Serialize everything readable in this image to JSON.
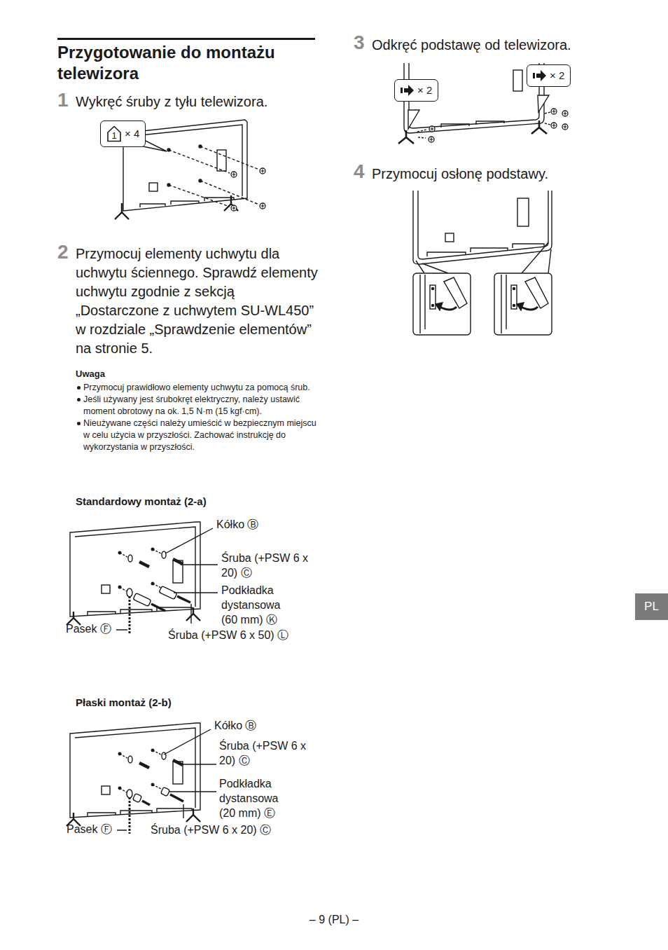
{
  "diagram": {
    "title": "Przygotowanie do montażu telewizora",
    "nodes": [
      {
        "text": [
          "1",
          "× 4"
        ]
      },
      {
        "text": [
          "× 2"
        ]
      },
      {
        "text": [
          "× 2"
        ]
      },
      {
        "text": [
          "PL"
        ]
      }
    ],
    "labels": [
      "1",
      "Wykręć śruby z tyłu telewizora.",
      "2",
      "Przymocuj elementy uchwytu dla uchwytu ściennego. Sprawdź elementy uchwytu zgodnie z sekcją „Dostarczone z uchwytem SU-WL450” w rozdziale „Sprawdzenie elementów” na stronie 5.",
      "Uwaga",
      "Przymocuj prawidłowo elementy uchwytu za pomocą śrub.",
      "Jeśli używany jest śrubokręt elektryczny, należy ustawić moment obrotowy na ok. 1,5 N·m (15 kgf·cm).",
      "Nieużywane części należy umieścić w bezpiecznym miejscu w celu użycia w przyszłości. Zachować instrukcję do wykorzystania w przyszłości.",
      "Standardowy montaż (2-a)",
      "Kółko Ⓑ",
      "Śruba (+PSW 6 x 20) Ⓒ",
      "Podkładka dystansowa (60 mm) Ⓚ",
      "Pasek Ⓕ",
      "Śruba (+PSW 6 x 50) Ⓛ",
      "Płaski montaż (2-b)",
      "Kółko Ⓑ",
      "Śruba (+PSW 6 x 20) Ⓒ",
      "Podkładka dystansowa (20 mm) Ⓔ",
      "Pasek Ⓕ",
      "Śruba (+PSW 6 x 20) Ⓒ",
      "3",
      "Odkręć podstawę od telewizora.",
      "4",
      "Przymocuj osłonę podstawy.",
      "– 9 (PL) –"
    ]
  }
}
